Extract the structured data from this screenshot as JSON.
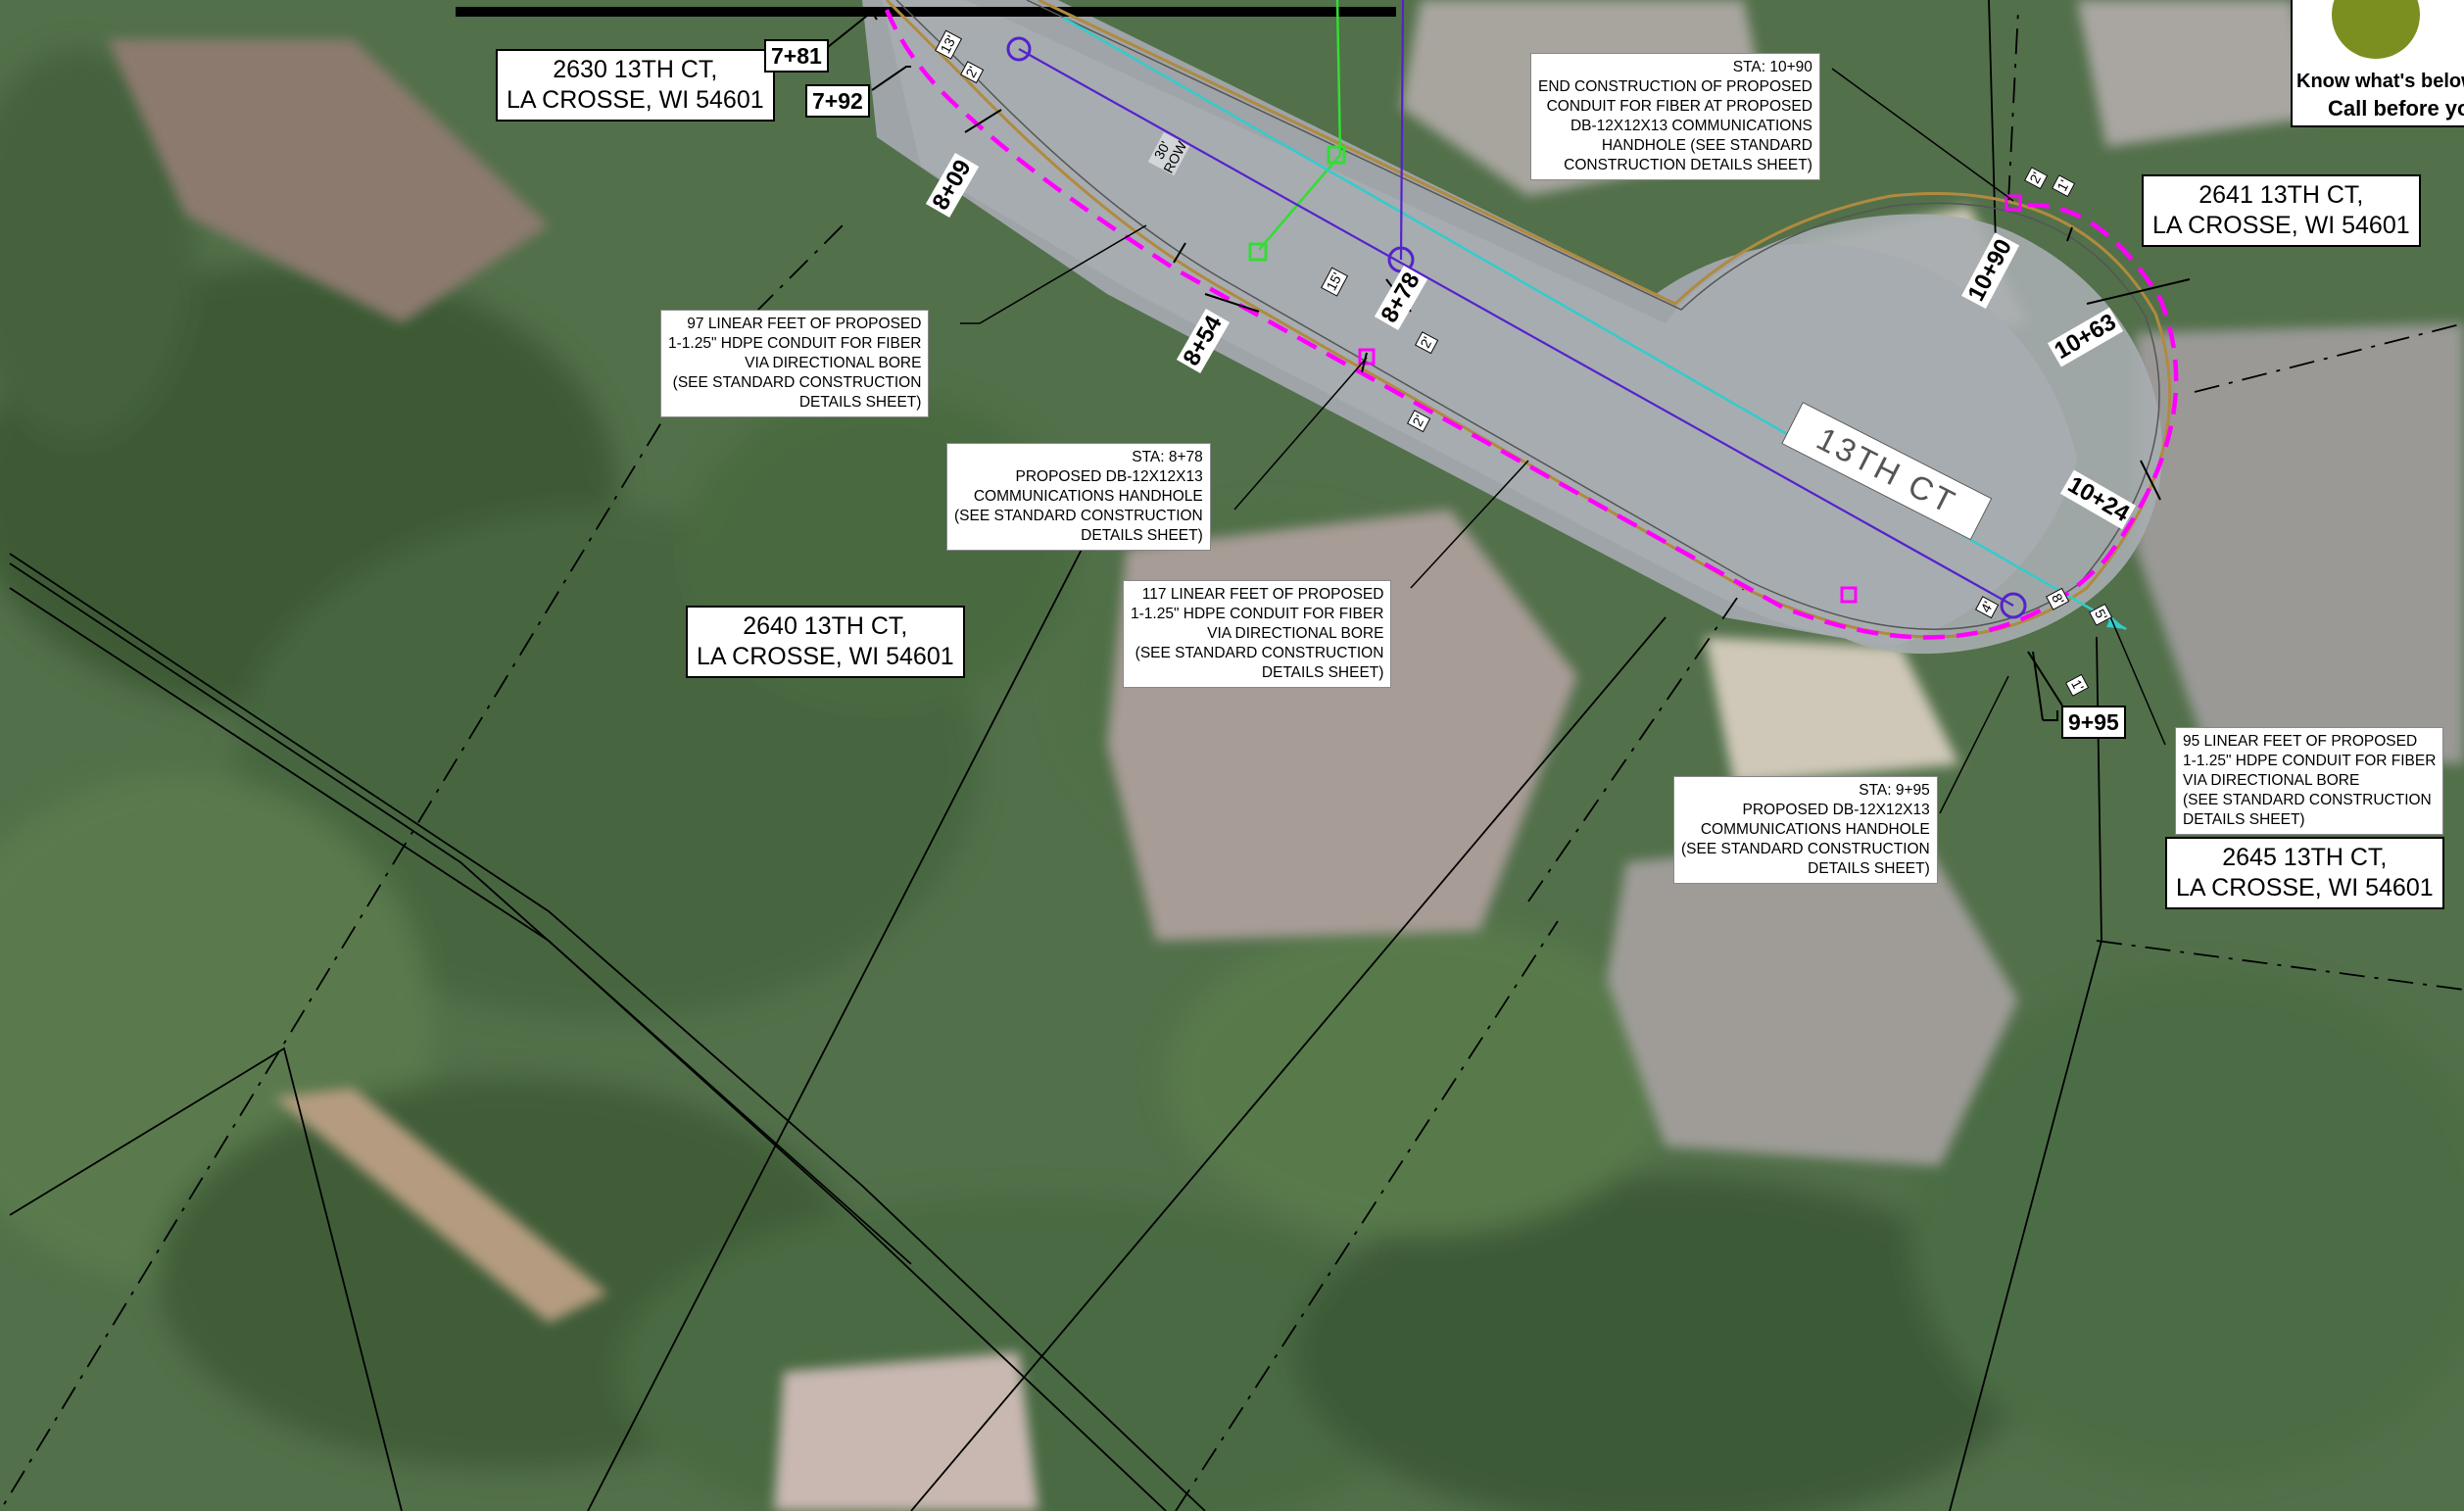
{
  "addresses": {
    "a2630": {
      "line1": "2630 13TH CT,",
      "line2": "LA CROSSE, WI 54601"
    },
    "a2640": {
      "line1": "2640 13TH CT,",
      "line2": "LA CROSSE, WI 54601"
    },
    "a2641": {
      "line1": "2641 13TH CT,",
      "line2": "LA CROSSE, WI 54601"
    },
    "a2645": {
      "line1": "2645 13TH CT,",
      "line2": "LA CROSSE, WI 54601"
    }
  },
  "street_label": "13TH CT",
  "row_label": {
    "line1": "30'",
    "line2": "ROW"
  },
  "notes": {
    "end_conduit": [
      "STA: 10+90",
      "END CONSTRUCTION OF PROPOSED",
      "CONDUIT FOR FIBER AT PROPOSED",
      "DB-12X12X13 COMMUNICATIONS",
      "HANDHOLE (SEE STANDARD",
      "CONSTRUCTION DETAILS SHEET)"
    ],
    "bore_97": [
      "97 LINEAR FEET OF PROPOSED",
      "1-1.25\" HDPE CONDUIT FOR FIBER",
      "VIA DIRECTIONAL BORE",
      "(SEE STANDARD CONSTRUCTION",
      "DETAILS SHEET)"
    ],
    "handhole_878": [
      "STA: 8+78",
      "PROPOSED DB-12X12X13",
      "COMMUNICATIONS HANDHOLE",
      "(SEE STANDARD CONSTRUCTION",
      "DETAILS SHEET)"
    ],
    "bore_117": [
      "117 LINEAR FEET OF PROPOSED",
      "1-1.25\" HDPE CONDUIT FOR FIBER",
      "VIA DIRECTIONAL BORE",
      "(SEE STANDARD CONSTRUCTION",
      "DETAILS SHEET)"
    ],
    "handhole_995": [
      "STA: 9+95",
      "PROPOSED DB-12X12X13",
      "COMMUNICATIONS HANDHOLE",
      "(SEE STANDARD CONSTRUCTION",
      "DETAILS SHEET)"
    ],
    "bore_95": [
      "95 LINEAR FEET OF PROPOSED",
      "1-1.25\" HDPE CONDUIT FOR FIBER",
      "VIA DIRECTIONAL BORE",
      "(SEE STANDARD CONSTRUCTION",
      "DETAILS SHEET)"
    ]
  },
  "stations": {
    "s781": "7+81",
    "s792": "7+92",
    "s809": "8+09",
    "s854": "8+54",
    "s878": "8+78",
    "s1090": "10+90",
    "s1063": "10+63",
    "s1024": "10+24",
    "s995": "9+95"
  },
  "dimensions": {
    "d13": "13'",
    "d2a": "2'",
    "d15": "15'",
    "d2b": "2'",
    "d2c": "2'",
    "d2d": "2'",
    "d1a": "1'",
    "d4": "4'",
    "d8": "8'",
    "d5": "5'",
    "d1b": "1'"
  },
  "logo": {
    "line1": "Know what's below.",
    "line2": "Call before you dig."
  },
  "colors": {
    "conduit": "#ff00ff",
    "centerline": "#5522cc",
    "edge_of_pavement": "#33cccc",
    "existing_utility": "#33dd33",
    "curb": "#b08a40"
  }
}
